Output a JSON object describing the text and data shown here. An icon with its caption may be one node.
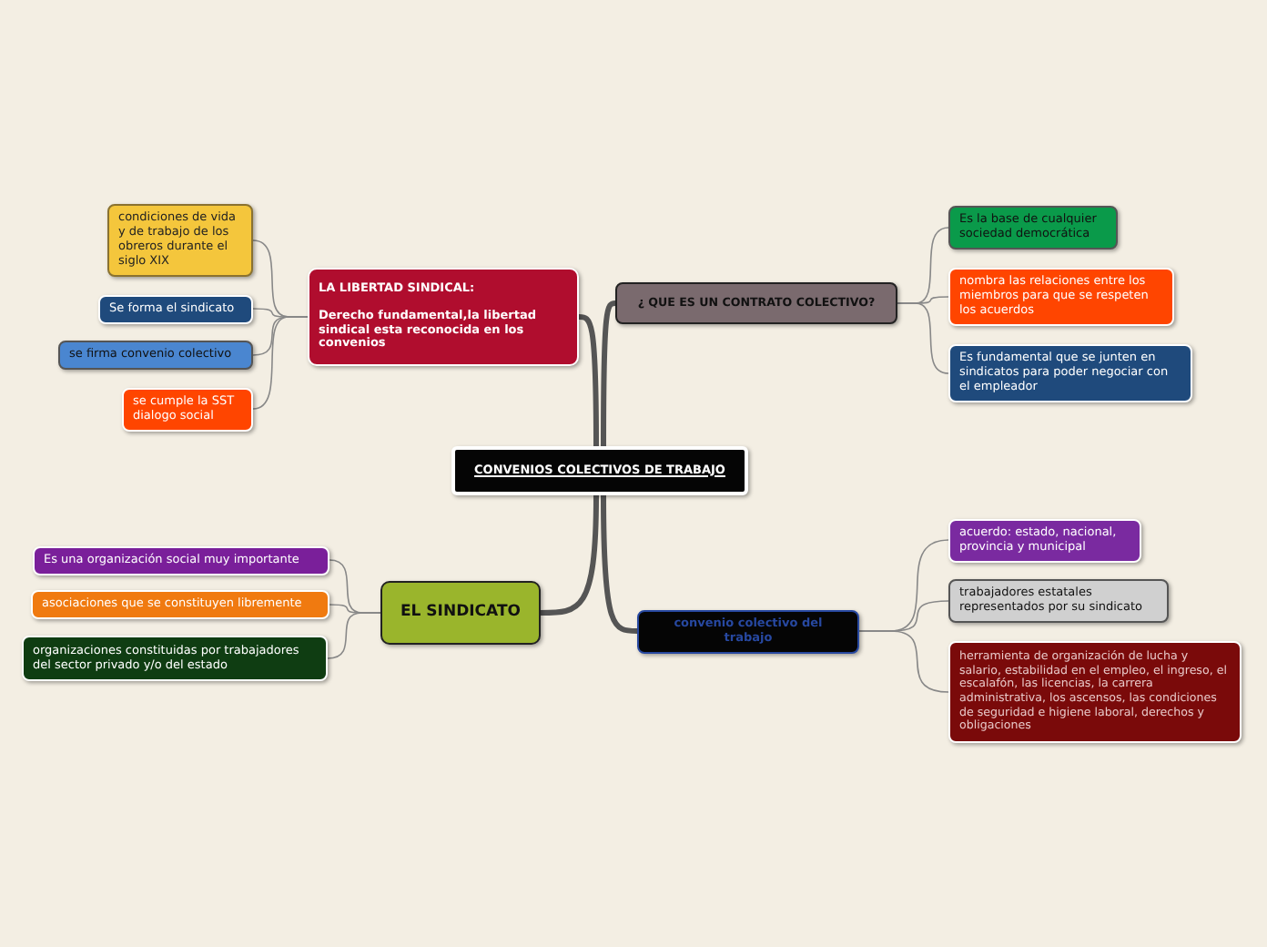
{
  "diagram": {
    "nodes": [
      {
        "text": [
          "CONVENIOS COLECTIVOS DE TRABAJO"
        ]
      },
      {
        "text": [
          "LA LIBERTAD SINDICAL:",
          "Derecho fundamental,la libertad sindical esta reconocida en los convenios"
        ]
      },
      {
        "text": [
          "condiciones de vida y de trabajo de los obreros durante el siglo XIX"
        ]
      },
      {
        "text": [
          "Se forma el sindicato"
        ]
      },
      {
        "text": [
          "se firma convenio colectivo"
        ]
      },
      {
        "text": [
          "se cumple la SST dialogo social"
        ]
      },
      {
        "text": [
          "¿ QUE ES UN CONTRATO COLECTIVO?"
        ]
      },
      {
        "text": [
          "Es la base de cualquier sociedad democrática"
        ]
      },
      {
        "text": [
          "nombra las relaciones entre los miembros para que se respeten los acuerdos"
        ]
      },
      {
        "text": [
          "Es fundamental que se junten en sindicatos para poder negociar con el empleador"
        ]
      },
      {
        "text": [
          "EL SINDICATO"
        ]
      },
      {
        "text": [
          "Es una organización social muy importante"
        ]
      },
      {
        "text": [
          "asociaciones que se constituyen libremente"
        ]
      },
      {
        "text": [
          "organizaciones constituidas por trabajadores del sector privado y/o del estado"
        ]
      },
      {
        "text": [
          "convenio colectivo del trabajo"
        ]
      },
      {
        "text": [
          "acuerdo: estado, nacional, provincia y municipal"
        ]
      },
      {
        "text": [
          "trabajadores estatales representados por su sindicato"
        ]
      },
      {
        "text": [
          "herramienta de organización de lucha y salario, estabilidad en el empleo, el ingreso, el escalafón, las licencias, la carrera administrativa, los ascensos, las condiciones de seguridad e higiene laboral, derechos y obligaciones"
        ]
      }
    ],
    "edges": [
      {
        "from": 0,
        "to": 1,
        "arrow": "none",
        "style": "thick"
      },
      {
        "from": 0,
        "to": 6,
        "arrow": "none",
        "style": "thick"
      },
      {
        "from": 0,
        "to": 10,
        "arrow": "none",
        "style": "thick"
      },
      {
        "from": 0,
        "to": 14,
        "arrow": "none",
        "style": "thick"
      },
      {
        "from": 1,
        "to": 2,
        "arrow": "none"
      },
      {
        "from": 1,
        "to": 3,
        "arrow": "none"
      },
      {
        "from": 1,
        "to": 4,
        "arrow": "none"
      },
      {
        "from": 1,
        "to": 5,
        "arrow": "none"
      },
      {
        "from": 6,
        "to": 7,
        "arrow": "none"
      },
      {
        "from": 6,
        "to": 8,
        "arrow": "none"
      },
      {
        "from": 6,
        "to": 9,
        "arrow": "none"
      },
      {
        "from": 10,
        "to": 11,
        "arrow": "none"
      },
      {
        "from": 10,
        "to": 12,
        "arrow": "none"
      },
      {
        "from": 10,
        "to": 13,
        "arrow": "none"
      },
      {
        "from": 14,
        "to": 15,
        "arrow": "none"
      },
      {
        "from": 14,
        "to": 16,
        "arrow": "none"
      },
      {
        "from": 14,
        "to": 17,
        "arrow": "none"
      }
    ]
  }
}
